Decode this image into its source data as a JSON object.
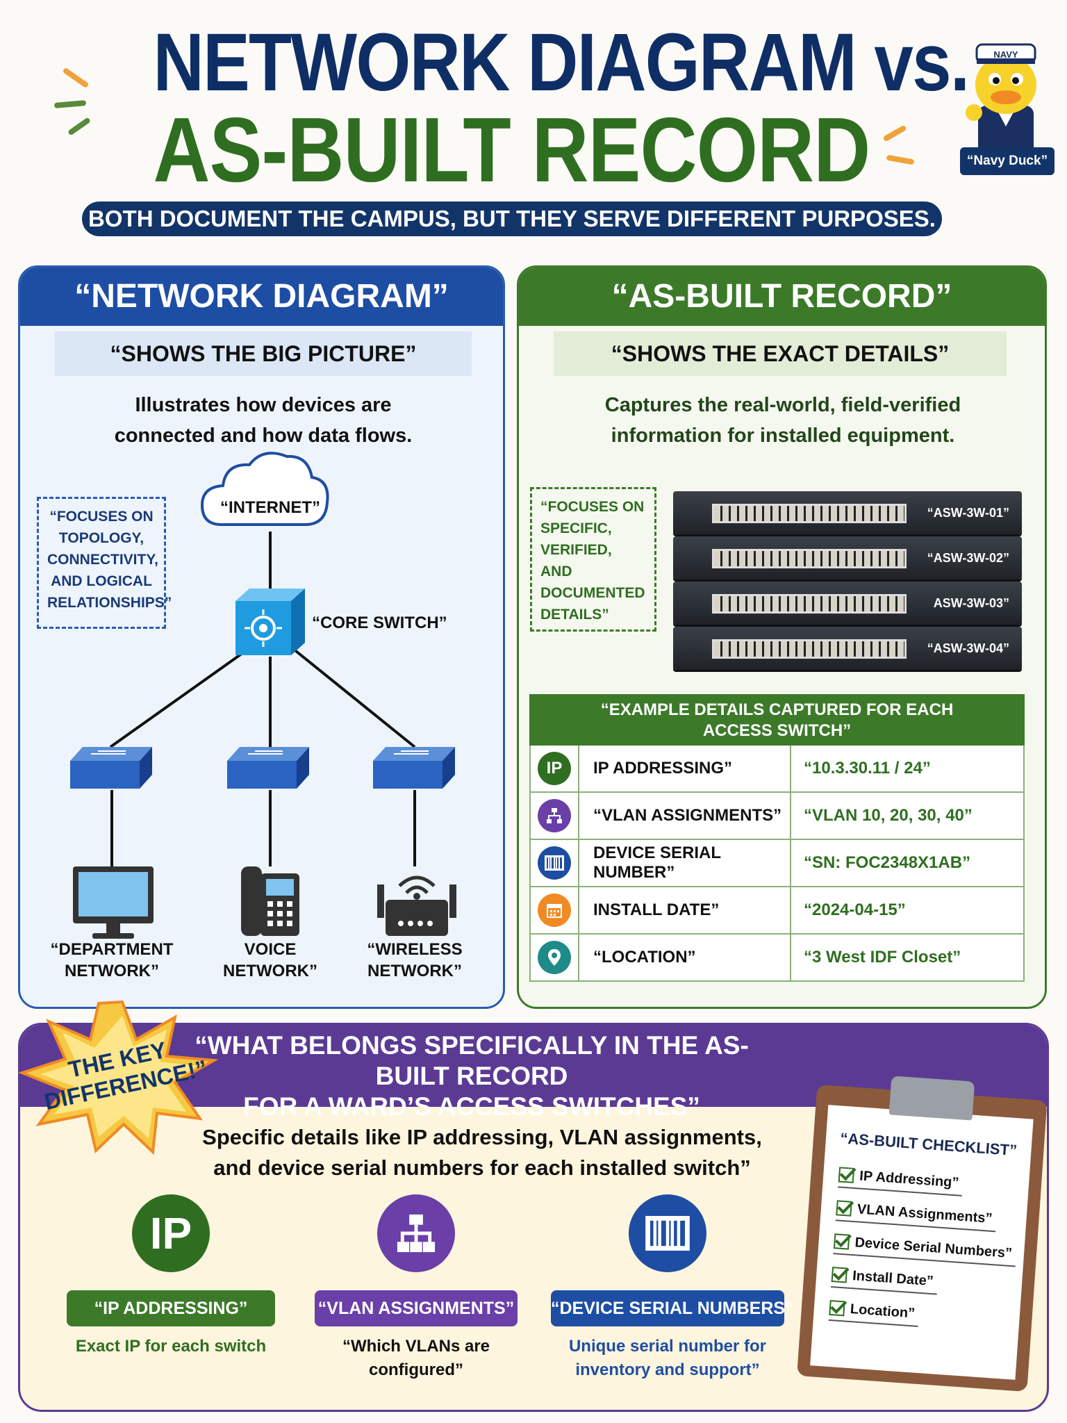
{
  "header": {
    "title_line1": "NETWORK DIAGRAM vs.",
    "title_line2": "AS-BUILT RECORD",
    "subtitle": "BOTH DOCUMENT THE CAMPUS, BUT THEY SERVE DIFFERENT PURPOSES.",
    "mascot_hat_text": "NAVY",
    "mascot_label": "“Navy Duck”"
  },
  "left": {
    "title": "“NETWORK DIAGRAM”",
    "subtitle": "“SHOWS THE BIG PICTURE”",
    "description_line1": "Illustrates how devices are",
    "description_line2": "connected and how data flows.",
    "focus_lines": [
      "“FOCUSES ON",
      "TOPOLOGY,",
      "CONNECTIVITY,",
      "AND LOGICAL",
      "RELATIONSHIPS”"
    ],
    "internet_label": "“INTERNET”",
    "core_label": "“CORE SWITCH”",
    "endpoints": [
      {
        "line1": "“DEPARTMENT",
        "line2": "NETWORK”"
      },
      {
        "line1": "VOICE",
        "line2": "NETWORK”"
      },
      {
        "line1": "“WIRELESS",
        "line2": "NETWORK”"
      }
    ]
  },
  "right": {
    "title": "“AS-BUILT RECORD”",
    "subtitle": "“SHOWS THE EXACT DETAILS”",
    "description_line1": "Captures the real-world, field-verified",
    "description_line2": "information for installed equipment.",
    "focus_lines": [
      "“FOCUSES ON",
      "SPECIFIC,",
      "VERIFIED,",
      "AND",
      "DOCUMENTED",
      "DETAILS”"
    ],
    "switches": [
      "“ASW-3W-01”",
      "“ASW-3W-02”",
      "ASW-3W-03”",
      "“ASW-3W-04”"
    ],
    "table_title_line1": "“EXAMPLE DETAILS CAPTURED FOR EACH",
    "table_title_line2": "ACCESS SWITCH”",
    "rows": [
      {
        "icon": "ip-icon",
        "icon_text": "IP",
        "color": "#2f6e21",
        "label": "IP ADDRESSING”",
        "value": "“10.3.30.11 / 24”"
      },
      {
        "icon": "vlan-icon",
        "icon_text": "",
        "color": "#6a3fa8",
        "label": "“VLAN ASSIGNMENTS”",
        "value": "“VLAN 10, 20, 30, 40”"
      },
      {
        "icon": "barcode-icon",
        "icon_text": "",
        "color": "#1e4ea3",
        "label": "DEVICE SERIAL NUMBER”",
        "value": "“SN: FOC2348X1AB”"
      },
      {
        "icon": "calendar-icon",
        "icon_text": "",
        "color": "#f08a24",
        "label": "INSTALL DATE”",
        "value": "“2024-04-15”"
      },
      {
        "icon": "location-pin-icon",
        "icon_text": "",
        "color": "#1f8a8a",
        "label": "“LOCATION”",
        "value": "“3 West IDF Closet”"
      }
    ]
  },
  "bottom": {
    "burst_text": "THE KEY DIFFERENCE!”",
    "title_line1": "“WHAT BELONGS SPECIFICALLY IN THE AS-BUILT RECORD",
    "title_line2": "FOR A WARD’S ACCESS SWITCHES”",
    "description_line1": "Specific details like IP addressing, VLAN assignments,",
    "description_line2": "and device serial numbers for each installed switch”",
    "features": [
      {
        "icon": "ip-icon",
        "icon_text": "IP",
        "color": "#2f6e21",
        "pill": "“IP ADDRESSING”",
        "text_line1": "Exact IP for each switch",
        "text_line2": ""
      },
      {
        "icon": "vlan-icon",
        "icon_text": "",
        "color": "#6a3fa8",
        "pill": "“VLAN ASSIGNMENTS”",
        "text_line1": "“Which VLANs are configured”",
        "text_line2": ""
      },
      {
        "icon": "barcode-icon",
        "icon_text": "",
        "color": "#1e4ea3",
        "pill": "“DEVICE SERIAL NUMBERS”",
        "text_line1": "Unique serial number for",
        "text_line2": "inventory and support”"
      }
    ],
    "checklist_title": "“AS-BUILT CHECKLIST”",
    "checklist": [
      "IP Addressing”",
      "VLAN Assignments”",
      "Device Serial Numbers”",
      "Install Date”",
      "Location”"
    ]
  },
  "colors": {
    "navy": "#0f2e66",
    "green": "#2f6e21",
    "blue": "#1e4ea3",
    "purple": "#5b3a94",
    "orange": "#f08a24"
  }
}
